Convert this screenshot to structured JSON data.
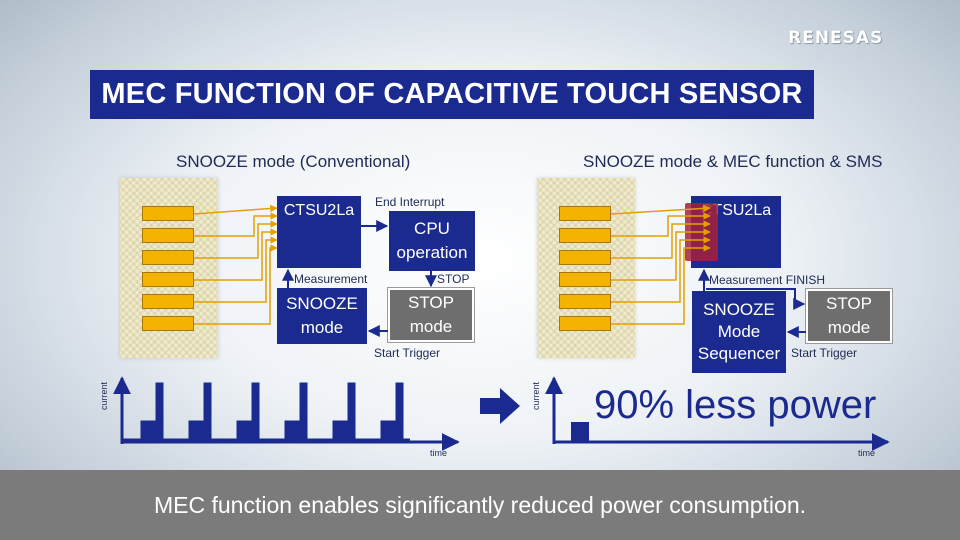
{
  "brand": "RENESAS",
  "title": "MEC FUNCTION OF CAPACITIVE TOUCH SENSOR",
  "left": {
    "heading": "SNOOZE mode (Conventional)",
    "ctsu": "CTSU2La",
    "cpu_line1": "CPU",
    "cpu_line2": "operation",
    "snooze_line1": "SNOOZE",
    "snooze_line2": "mode",
    "stop_line1": "STOP",
    "stop_line2": "mode",
    "end_interrupt": "End Interrupt",
    "measurement": "Measurement",
    "stop_label": "STOP",
    "start_trigger": "Start Trigger"
  },
  "right": {
    "heading": "SNOOZE mode & MEC function & SMS",
    "ctsu": "CTSU2La",
    "sms_line1": "SNOOZE",
    "sms_line2": "Mode",
    "sms_line3": "Sequencer",
    "stop_line1": "STOP",
    "stop_line2": "mode",
    "measurement_finish": "Measurement FINISH",
    "start_trigger": "Start Trigger"
  },
  "graph": {
    "y_label": "current",
    "x_label": "time"
  },
  "result": "90% less power",
  "caption": "MEC function enables significantly reduced power consumption.",
  "colors": {
    "title_bg": "#1b2a8e",
    "block_blue": "#1b2a8e",
    "block_grey": "#6e6e6e",
    "pad_yellow": "#f3b300",
    "signal_line": "#e2a100",
    "mec_highlight": "#a3213a",
    "caption_bg": "#7b7b7b"
  },
  "icons": [
    "arrow-right-icon"
  ]
}
